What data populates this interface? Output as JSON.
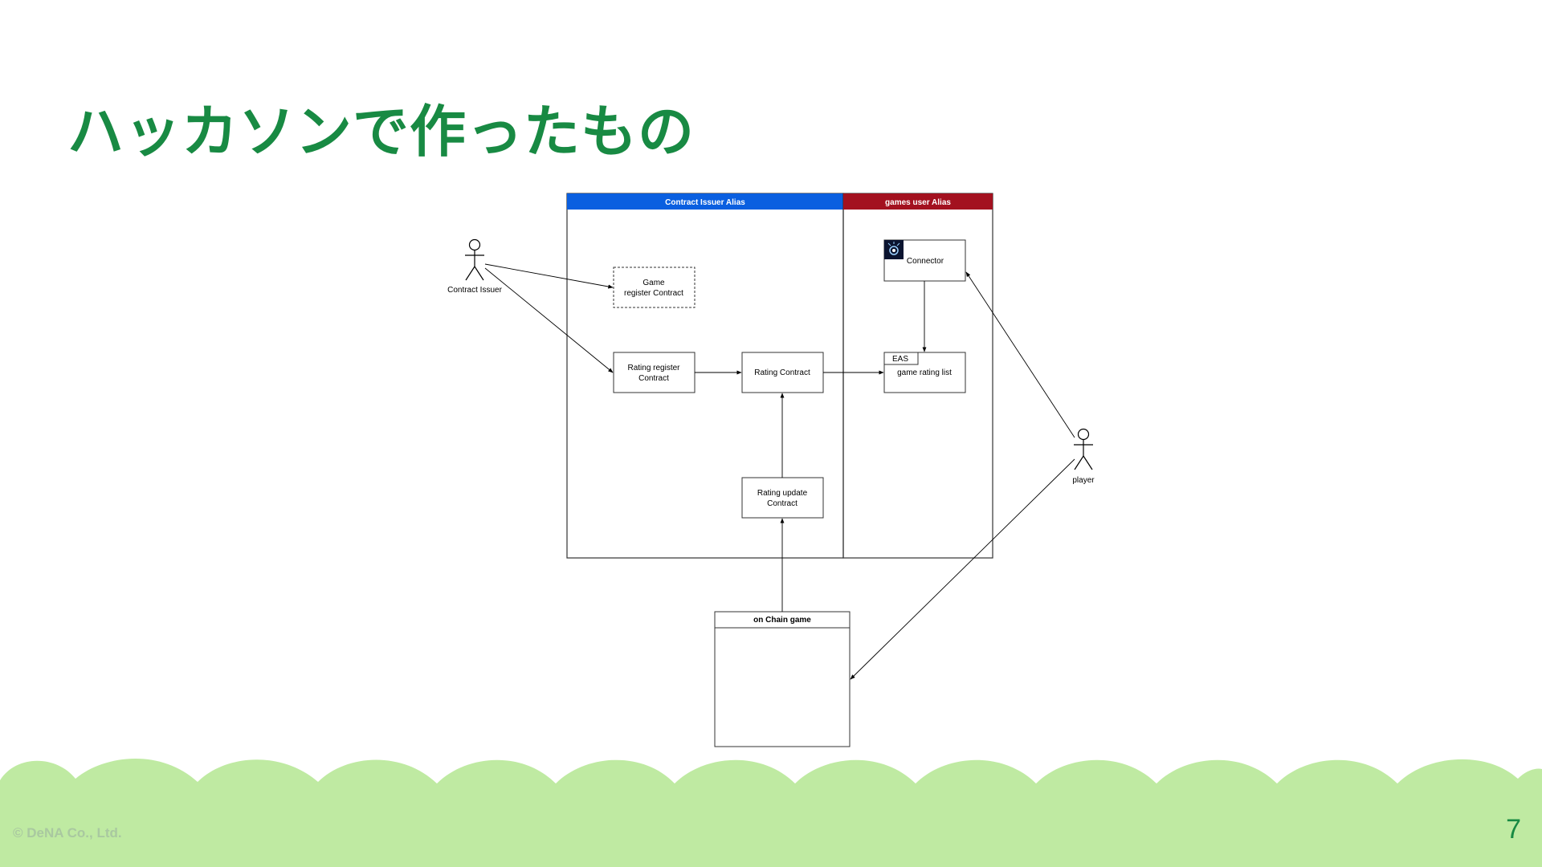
{
  "slide": {
    "title": "ハッカソンで作ったもの",
    "copyright": "© DeNA Co., Ltd.",
    "page_number": "7"
  },
  "colors": {
    "title": "#188a43",
    "lane_contract_issuer": "#0a5fe0",
    "lane_games_user": "#a3111f",
    "hills": "#bfeaa2"
  },
  "diagram": {
    "lanes": {
      "contract_issuer": "Contract Issuer Alias",
      "games_user": "games user Alias"
    },
    "actors": {
      "contract_issuer": "Contract Issuer",
      "player": "player"
    },
    "boxes": {
      "game_register_line1": "Game",
      "game_register_line2": "register Contract",
      "rating_register_line1": "Rating register",
      "rating_register_line2": "Contract",
      "rating_contract": "Rating Contract",
      "rating_update_line1": "Rating update",
      "rating_update_line2": "Contract",
      "connector": "Connector",
      "eas_tag": "EAS",
      "game_rating_list": "game rating list",
      "on_chain_game": "on Chain game"
    },
    "icons": {
      "connector": "connector-logo-icon",
      "actor": "stick-figure-icon"
    }
  }
}
